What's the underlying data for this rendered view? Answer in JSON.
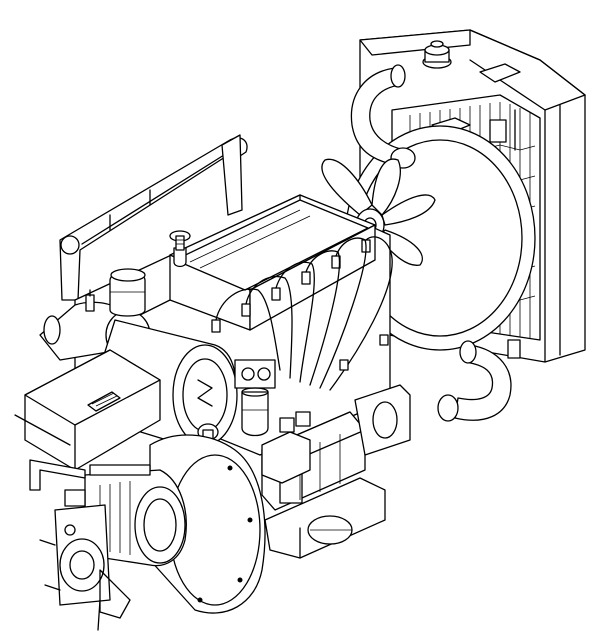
{
  "figure": {
    "kind": "isometric line drawing",
    "subject": "engine assembly",
    "line_color": "#000000",
    "background_color": "#ffffff"
  },
  "parts": [
    "radiator",
    "radiator-cap",
    "upper-radiator-hose",
    "lower-radiator-hose",
    "fan",
    "fan-shroud",
    "lifting-bracket",
    "cylinder-head-cover",
    "fuel-injection-lines",
    "oil-filler-cap",
    "air-intake-housing",
    "air-cleaner",
    "fuel-filter",
    "starter-motor",
    "alternator",
    "flywheel-housing",
    "exhaust-manifold",
    "oil-pan",
    "fuel-injection-pump"
  ]
}
